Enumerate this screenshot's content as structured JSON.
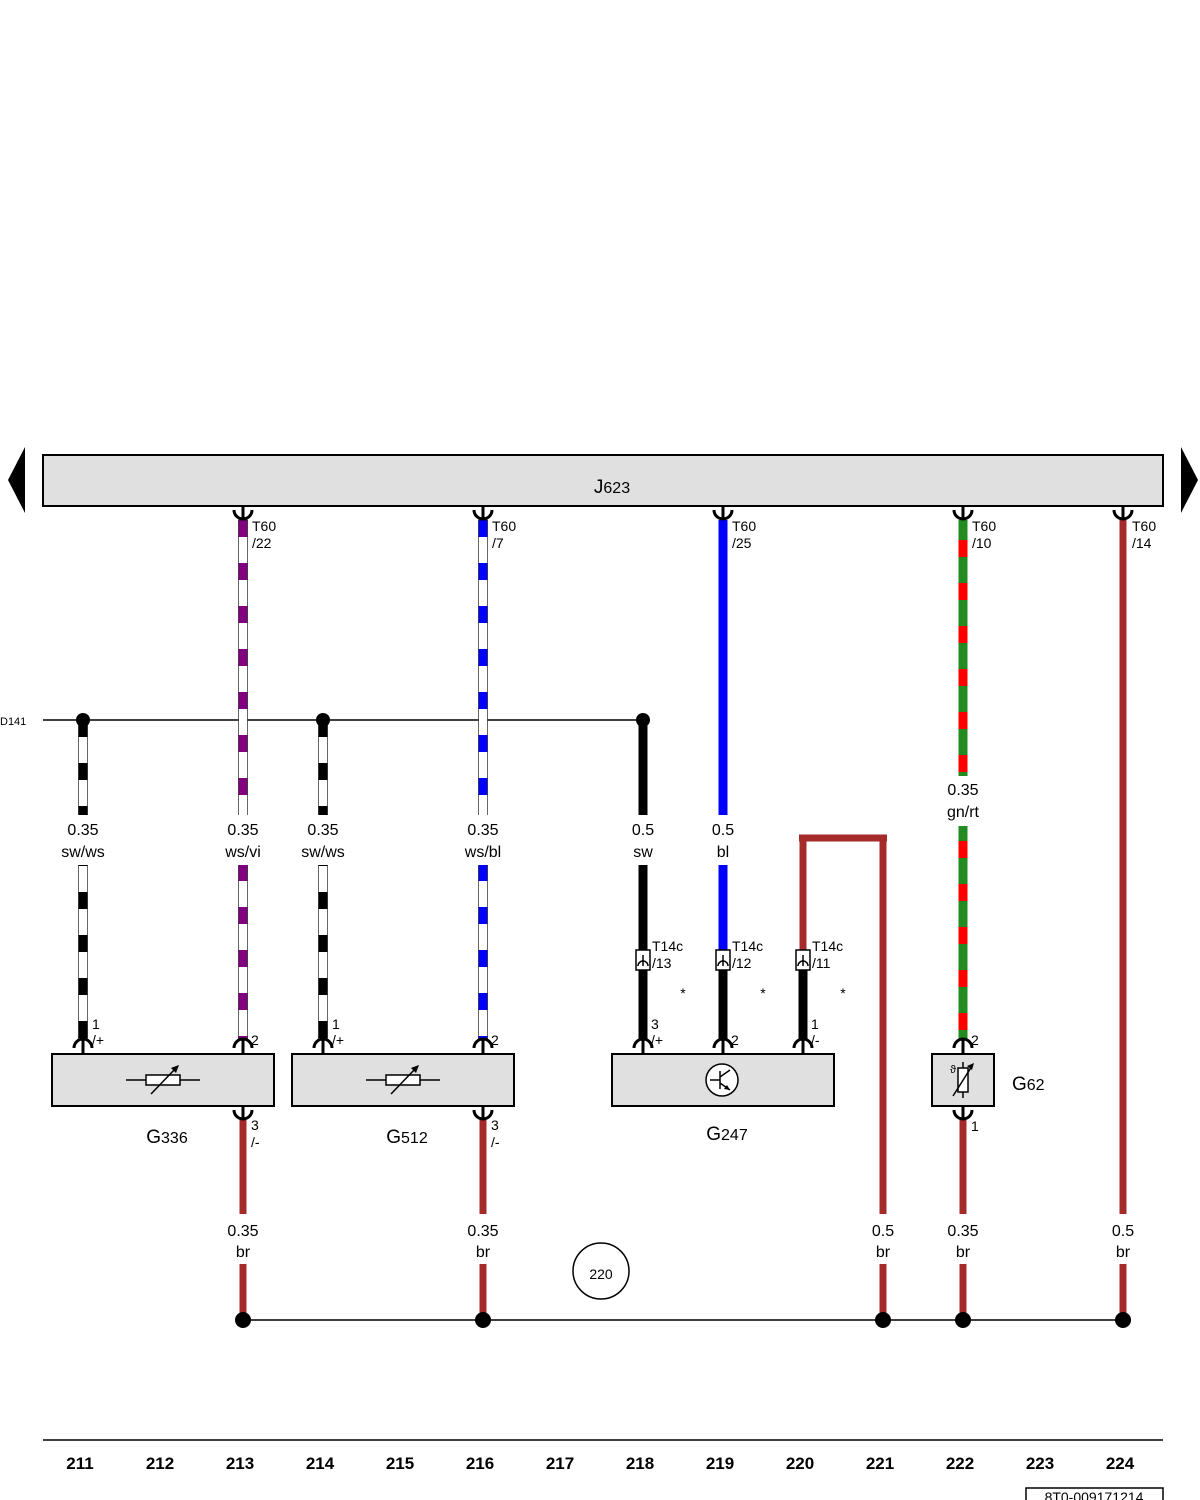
{
  "control_unit": {
    "prefix": "J",
    "number": "623"
  },
  "bus_label": "D141",
  "doc_code": "8T0-009171214",
  "center_circle": "220",
  "star": "*",
  "connectors_top": [
    {
      "name": "T60",
      "pin": "/22"
    },
    {
      "name": "T60",
      "pin": "/7"
    },
    {
      "name": "T60",
      "pin": "/25"
    },
    {
      "name": "T60",
      "pin": "/10"
    },
    {
      "name": "T60",
      "pin": "/14"
    }
  ],
  "connectors_mid": [
    {
      "name": "T14c",
      "pin": "/13"
    },
    {
      "name": "T14c",
      "pin": "/12"
    },
    {
      "name": "T14c",
      "pin": "/11"
    }
  ],
  "wires_upper": [
    {
      "size": "0.35",
      "color": "sw/ws"
    },
    {
      "size": "0.35",
      "color": "ws/vi"
    },
    {
      "size": "0.35",
      "color": "sw/ws"
    },
    {
      "size": "0.35",
      "color": "ws/bl"
    },
    {
      "size": "0.5",
      "color": "sw"
    },
    {
      "size": "0.5",
      "color": "bl"
    },
    {
      "size": "0.35",
      "color": "gn/rt"
    }
  ],
  "wires_lower": [
    {
      "size": "0.35",
      "color": "br"
    },
    {
      "size": "0.35",
      "color": "br"
    },
    {
      "size": "0.5",
      "color": "br"
    },
    {
      "size": "0.35",
      "color": "br"
    },
    {
      "size": "0.5",
      "color": "br"
    }
  ],
  "pins": {
    "g336_p1": "1",
    "g336_p1s": "/+",
    "g336_p2": "2",
    "g336_p3": "3",
    "g336_p3s": "/-",
    "g512_p1": "1",
    "g512_p1s": "/+",
    "g512_p2": "2",
    "g512_p3": "3",
    "g512_p3s": "/-",
    "g247_p3": "3",
    "g247_p3s": "/+",
    "g247_p2": "2",
    "g247_p1": "1",
    "g247_p1s": "/-",
    "g62_p2": "2",
    "g62_p1": "1"
  },
  "components": [
    {
      "prefix": "G",
      "number": "336"
    },
    {
      "prefix": "G",
      "number": "512"
    },
    {
      "prefix": "G",
      "number": "247"
    },
    {
      "prefix": "G",
      "number": "62"
    }
  ],
  "columns": [
    "211",
    "212",
    "213",
    "214",
    "215",
    "216",
    "217",
    "218",
    "219",
    "220",
    "221",
    "222",
    "223",
    "224"
  ],
  "colors": {
    "black": "#000000",
    "white": "#ffffff",
    "violet": "#800080",
    "blue": "#0000ff",
    "green": "#228b22",
    "red": "#ff0000",
    "brown": "#a52a2a",
    "box_fill": "#e0e0e0"
  }
}
